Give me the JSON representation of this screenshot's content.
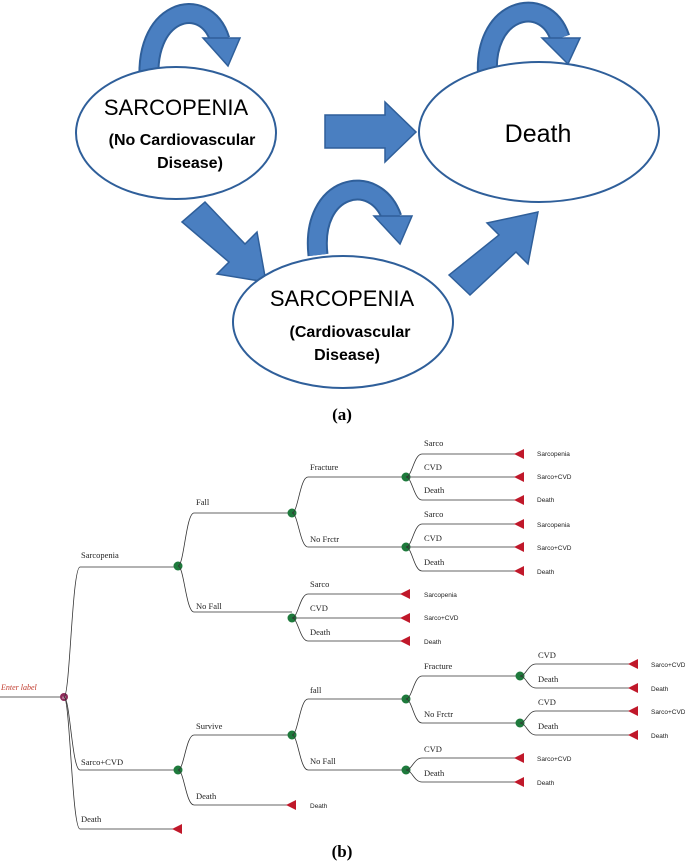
{
  "part_a": {
    "states": {
      "sarco_no_cvd": {
        "title": "SARCOPENIA",
        "line2": "(No Cardiovascular",
        "line3": "Disease)"
      },
      "sarco_cvd": {
        "title": "SARCOPENIA",
        "line2": "(Cardiovascular",
        "line3": "Disease)"
      },
      "death": {
        "title": "Death"
      }
    },
    "caption": "(a)",
    "arrow_color": "#4a7fc1",
    "arrow_edge_color": "#2f5f9a"
  },
  "part_b": {
    "caption": "(b)",
    "root_label": "Enter label",
    "labels": {
      "sarcopenia": "Sarcopenia",
      "fall": "Fall",
      "fracture": "Fracture",
      "sarco": "Sarco",
      "cvd": "CVD",
      "death": "Death",
      "no_frctr": "No Frctr",
      "no_fall": "No Fall",
      "sarco_cvd": "Sarco+CVD",
      "survive": "Survive",
      "fall_lower": "fall"
    },
    "terminals": {
      "sarcopenia": "Sarcopenia",
      "sarco_cvd": "Sarco+CVD",
      "death": "Death"
    },
    "colors": {
      "chance_node": "#1e7a3c",
      "terminal_node": "#c0182a",
      "root_node": "#8e2a5a"
    }
  }
}
